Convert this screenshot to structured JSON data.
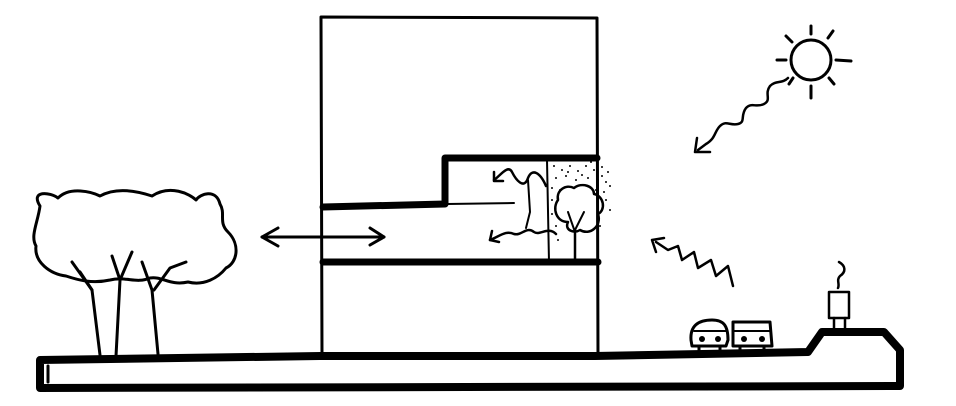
{
  "diagram": {
    "type": "architectural-section-sketch",
    "colors": {
      "ink": "#000000",
      "paper": "#ffffff"
    },
    "elements": [
      "ground-slab",
      "building-tower",
      "terrace-recess",
      "floor-slabs",
      "tree-cluster-left",
      "two-way-arrow",
      "terrace-tree",
      "stipple-screen",
      "air-flow-arrows",
      "sun-icon",
      "sun-ray-arrow",
      "noise-arrow",
      "car-icons",
      "factory-chimney-icon"
    ]
  }
}
